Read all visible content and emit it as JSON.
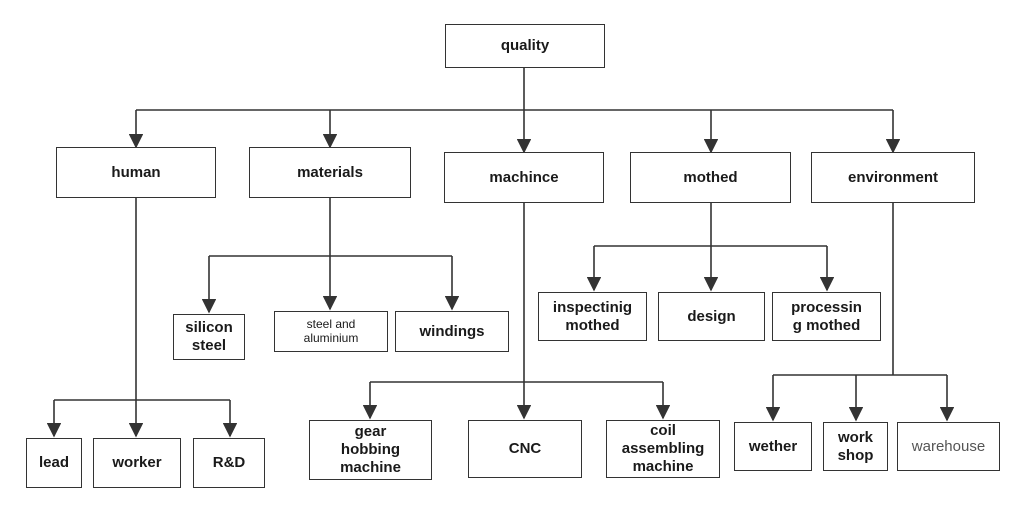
{
  "diagram": {
    "root": "quality",
    "categories": {
      "human": "human",
      "materials": "materials",
      "machince": "machince",
      "mothed": "mothed",
      "environment": "environment"
    },
    "leaves": {
      "lead": "lead",
      "worker": "worker",
      "rd": "R&D",
      "silicon_steel_1": "silicon",
      "silicon_steel_2": "steel",
      "steel_aluminium_1": "steel and",
      "steel_aluminium_2": "aluminium",
      "windings": "windings",
      "gear_1": "gear",
      "gear_2": "hobbing",
      "gear_3": "machine",
      "cnc": "CNC",
      "coil_1": "coil",
      "coil_2": "assembling",
      "coil_3": "machine",
      "inspecting_1": "inspectinig",
      "inspecting_2": "mothed",
      "design": "design",
      "processing_1": "processin",
      "processing_2": "g mothed",
      "wether": "wether",
      "workshop_1": "work",
      "workshop_2": "shop",
      "warehouse": "warehouse"
    },
    "line_color": "#333333"
  }
}
